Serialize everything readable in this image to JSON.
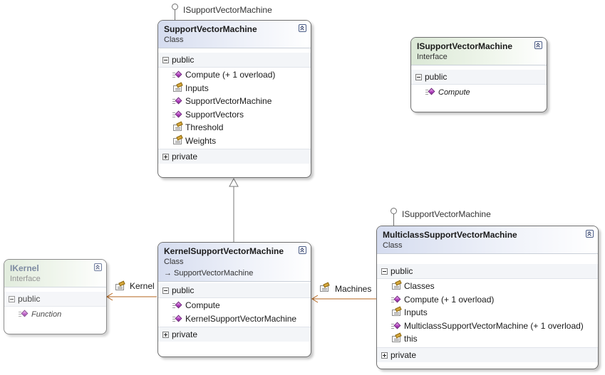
{
  "shapes": {
    "svm": {
      "lollipop_label": "ISupportVectorMachine",
      "title": "SupportVectorMachine",
      "kind": "Class",
      "public_label": "public",
      "members": [
        {
          "icon": "method-icon",
          "label": "Compute (+ 1 overload)"
        },
        {
          "icon": "property-icon",
          "label": "Inputs"
        },
        {
          "icon": "method-icon",
          "label": "SupportVectorMachine"
        },
        {
          "icon": "method-icon",
          "label": "SupportVectors"
        },
        {
          "icon": "property-icon",
          "label": "Threshold"
        },
        {
          "icon": "property-icon",
          "label": "Weights"
        }
      ],
      "private_label": "private"
    },
    "isvm": {
      "title": "ISupportVectorMachine",
      "kind": "Interface",
      "public_label": "public",
      "members": [
        {
          "icon": "method-icon",
          "label": "Compute"
        }
      ]
    },
    "ksvm": {
      "title": "KernelSupportVectorMachine",
      "kind": "Class",
      "base": "→ SupportVectorMachine",
      "public_label": "public",
      "members": [
        {
          "icon": "method-icon",
          "label": "Compute"
        },
        {
          "icon": "method-icon",
          "label": "KernelSupportVectorMachine"
        }
      ],
      "private_label": "private"
    },
    "mcsvm": {
      "lollipop_label": "ISupportVectorMachine",
      "title": "MulticlassSupportVectorMachine",
      "kind": "Class",
      "public_label": "public",
      "members": [
        {
          "icon": "property-icon",
          "label": "Classes"
        },
        {
          "icon": "method-icon",
          "label": "Compute (+ 1 overload)"
        },
        {
          "icon": "property-icon",
          "label": "Inputs"
        },
        {
          "icon": "method-icon",
          "label": "MulticlassSupportVectorMachine (+ 1 overload)"
        },
        {
          "icon": "property-icon",
          "label": "this"
        }
      ],
      "private_label": "private"
    },
    "ikernel": {
      "title": "IKernel",
      "kind": "Interface",
      "public_label": "public",
      "members": [
        {
          "icon": "method-icon",
          "label": "Function"
        }
      ]
    }
  },
  "associations": {
    "kernel_label": "Kernel",
    "machines_label": "Machines"
  },
  "colors": {
    "connector_inheritance": "#7a7a7a",
    "connector_association": "#b5651d"
  }
}
